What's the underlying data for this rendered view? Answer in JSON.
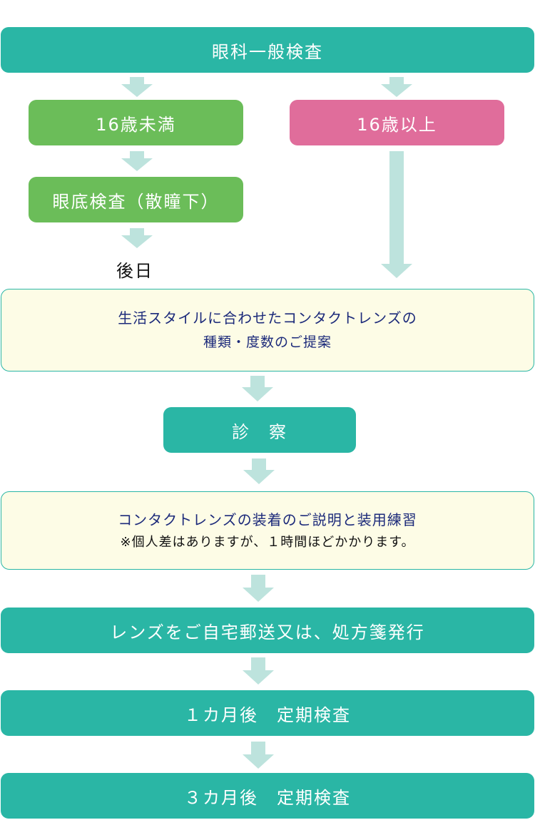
{
  "flow": {
    "general_exam": "眼科一般検査",
    "under16": "16歳未満",
    "over16": "16歳以上",
    "fundus_exam": "眼底検査（散瞳下）",
    "later_day": "後日",
    "proposal": {
      "line1": "生活スタイルに合わせたコンタクトレンズの",
      "line2": "種類・度数のご提案"
    },
    "consultation": "診　察",
    "fitting": {
      "line1": "コンタクトレンズの装着のご説明と装用練習",
      "note": "※個人差はありますが、１時間ほどかかります。"
    },
    "delivery": "レンズをご自宅郵送又は、処方箋発行",
    "checkup_1m": "１カ月後　定期検査",
    "checkup_3m": "３カ月後　定期検査"
  },
  "colors": {
    "teal": "#2ab6a5",
    "green": "#6bbd59",
    "pink": "#e06d9b",
    "cream": "#fdfce6",
    "arrow": "#bde3dd",
    "navy_text": "#1c2a7a"
  }
}
